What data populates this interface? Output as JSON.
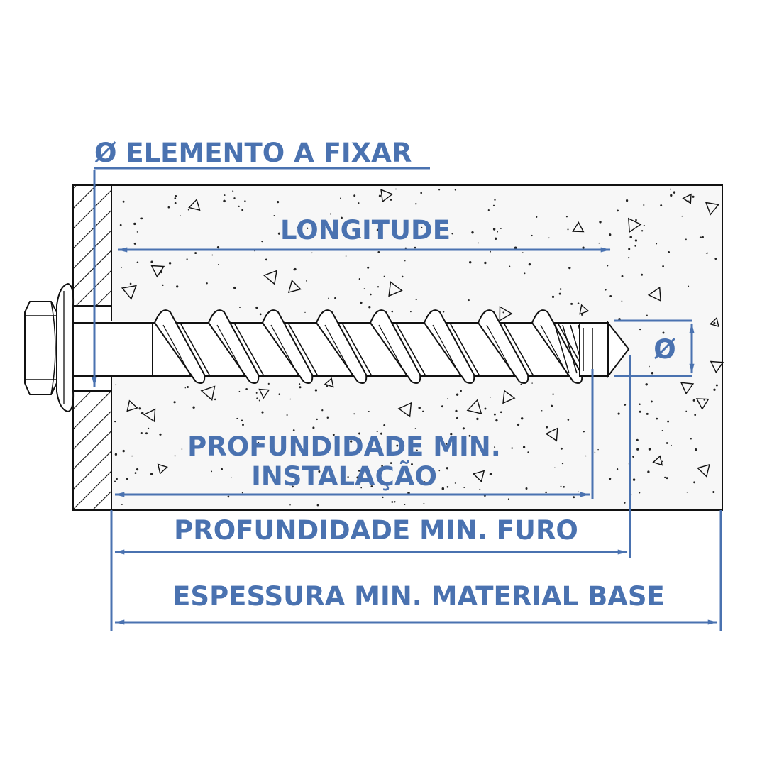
{
  "labels": {
    "element_diameter": "Ø ELEMENTO A FIXAR",
    "length": "LONGITUDE",
    "diameter": "Ø",
    "install_depth_line1": "PROFUNDIDADE MIN.",
    "install_depth_line2": "INSTALAÇÃO",
    "hole_depth": "PROFUNDIDADE MIN. FURO",
    "base_thickness": "ESPESSURA MIN. MATERIAL BASE"
  },
  "colors": {
    "accent": "#4a72b0",
    "outline": "#111111",
    "background": "#ffffff",
    "concrete": "#f7f7f7"
  },
  "icons": {
    "hex_head": "hex-bolt-head-icon",
    "washer": "washer-flange-icon",
    "arrow": "dimension-arrow-icon"
  }
}
